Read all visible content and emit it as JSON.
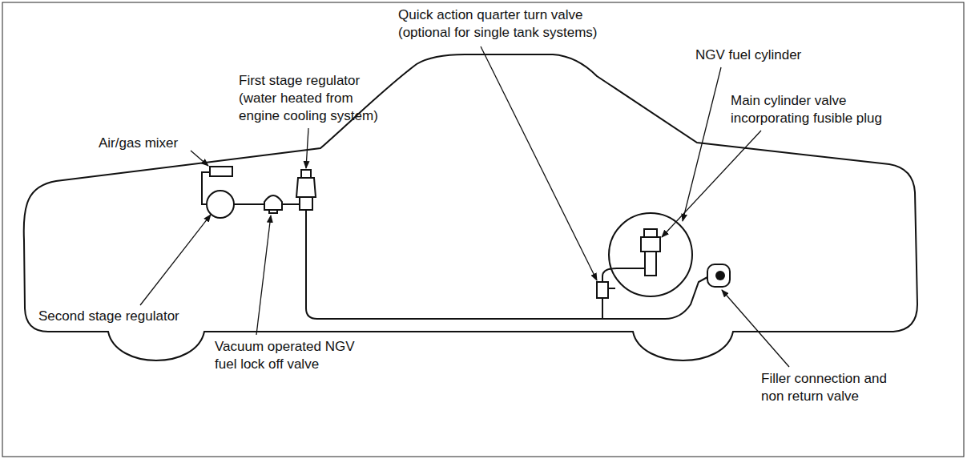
{
  "diagram": {
    "labels": [
      "Quick action quarter turn valve (optional for single tank systems)",
      "NGV fuel cylinder",
      "First stage regulator (water heated from engine cooling system)",
      "Main cylinder valve incorporating fusible plug",
      "Air/gas mixer",
      "Second stage regulator",
      "Vacuum operated NGV fuel lock off valve",
      "Filler connection and non return valve"
    ]
  }
}
